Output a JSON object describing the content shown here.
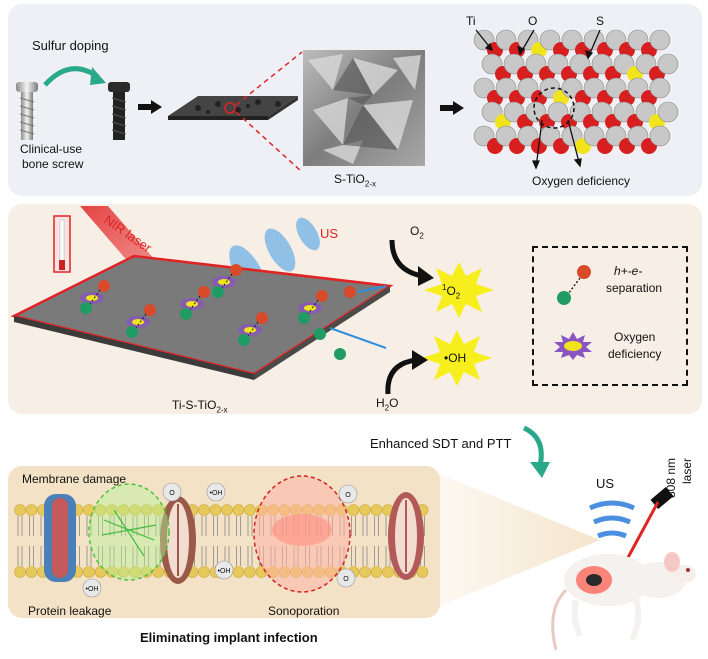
{
  "top_panel": {
    "sulfur_doping": "Sulfur doping",
    "screw_label_line1": "Clinical-use",
    "screw_label_line2": "bone screw",
    "material_label": "S-TiO",
    "material_sub": "2-x",
    "atom_ti": "Ti",
    "atom_o": "O",
    "atom_s": "S",
    "oxygen_deficiency": "Oxygen deficiency"
  },
  "middle_panel": {
    "nir_laser": "NIR laser",
    "us": "US",
    "o2": "O",
    "o2_sub": "2",
    "singlet_oxygen_sup": "1",
    "singlet_oxygen": "O",
    "singlet_oxygen_sub": "2",
    "hydroxyl": "•OH",
    "h2o_h": "H",
    "h2o_sub": "2",
    "h2o_o": "O",
    "surface_label": "Ti-S-TiO",
    "surface_sub": "2-x",
    "electron": "e",
    "hole": "h",
    "legend_pair_line1": "h+-e- ",
    "legend_pair_line2": "separation",
    "legend_oxygen_line1": "Oxygen",
    "legend_oxygen_line2": "deficiency"
  },
  "bottom_panel": {
    "enhanced": "Enhanced SDT and PTT",
    "membrane_damage": "Membrane damage",
    "protein_leakage": "Protein leakage",
    "sonoporation": "Sonoporation",
    "eliminating": "Eliminating implant infection",
    "us": "US",
    "laser_line1": "808 nm",
    "laser_line2": "laser",
    "radical": "•OH",
    "singlet": "O"
  },
  "colors": {
    "top_bg": "#eef0f5",
    "middle_bg": "#f7efe5",
    "bottom_bg": "#f4e2c6",
    "laser_red": "#e02424",
    "ti_gray": "#c8c8c8",
    "o_red": "#d81f1f",
    "s_yellow": "#f2e41c",
    "ros_yellow": "#f7ee1e",
    "us_blue": "#5aa8e6"
  }
}
